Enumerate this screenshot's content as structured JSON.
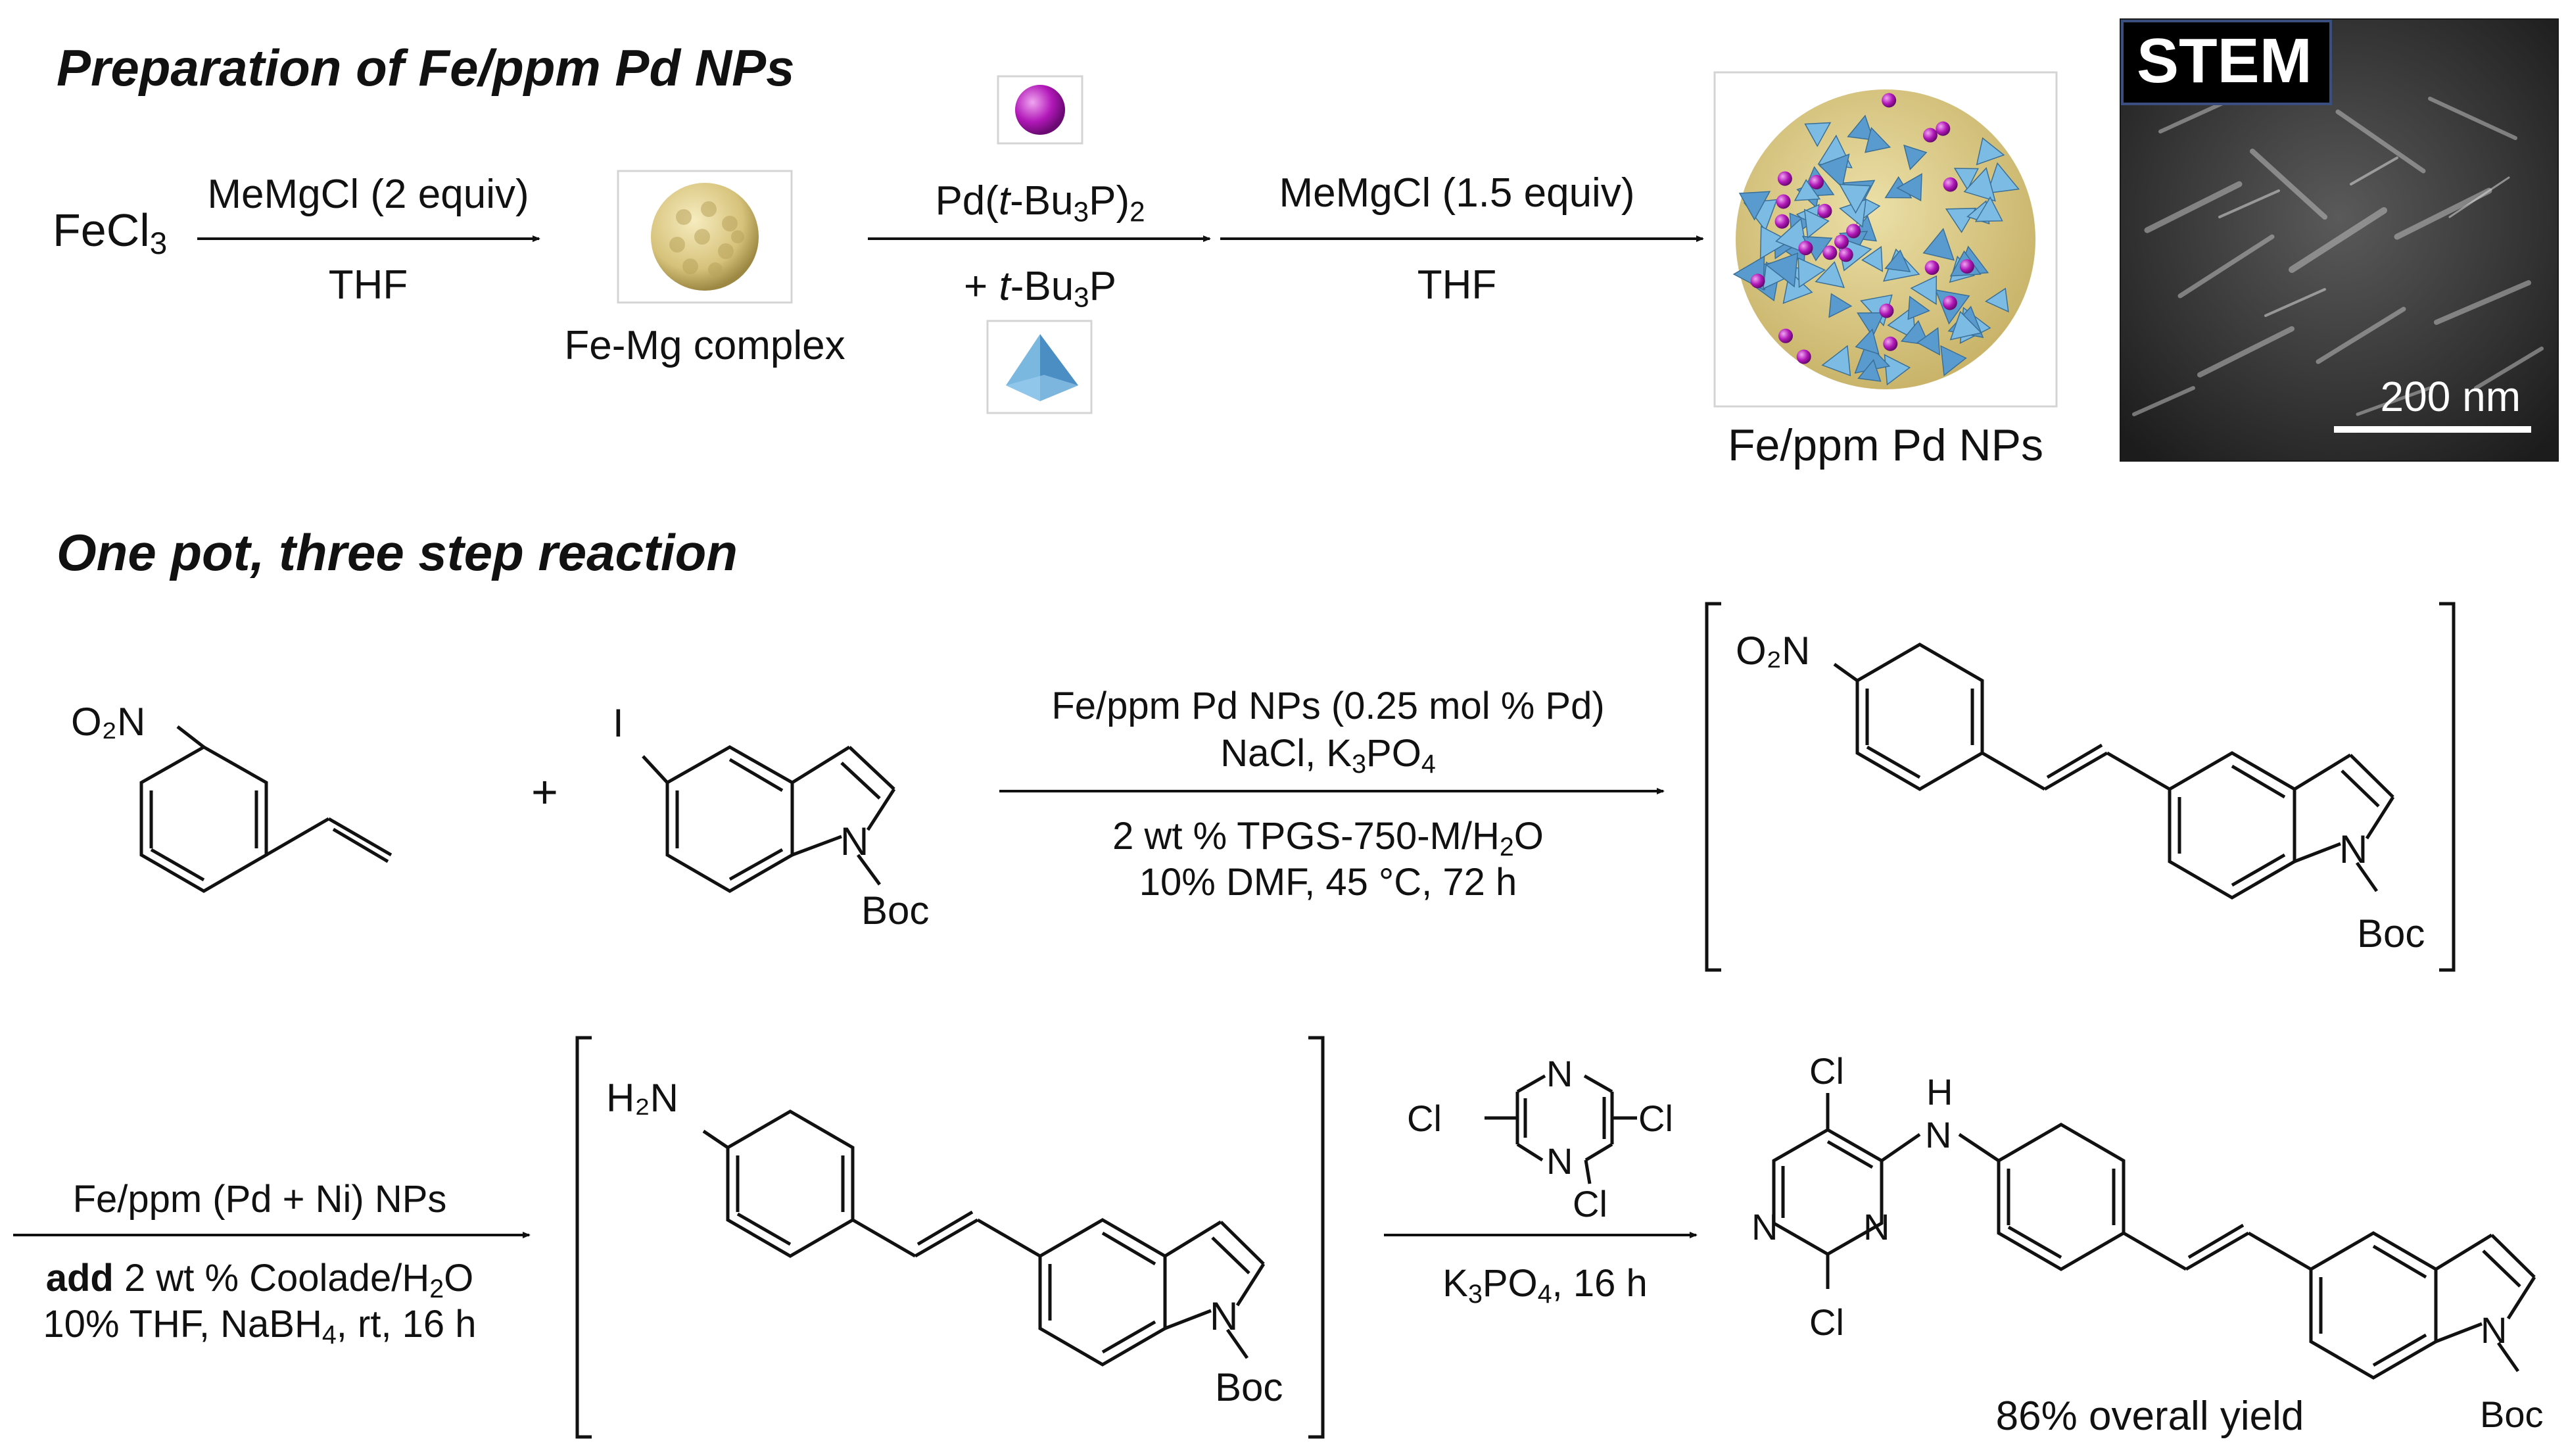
{
  "top": {
    "heading": "Preparation of Fe/ppm Pd NPs",
    "fecl3": "FeCl",
    "fecl3_sub": "3",
    "step1_top": "MeMgCl (2 equiv)",
    "step1_bottom": "THF",
    "complex_label": "Fe-Mg complex",
    "pd_reagent_pre": "Pd(",
    "pd_reagent_italic": "t",
    "pd_reagent_mid": "-Bu",
    "pd_reagent_sub1": "3",
    "pd_reagent_post": "P)",
    "pd_reagent_sub2": "2",
    "ligand_pre": "+ ",
    "ligand_italic": "t",
    "ligand_mid": "-Bu",
    "ligand_sub": "3",
    "ligand_post": "P",
    "step3_top": "MeMgCl (1.5 equiv)",
    "step3_bottom": "THF",
    "np_label": "Fe/ppm Pd NPs",
    "stem_label": "STEM",
    "scale_label": "200 nm"
  },
  "bottom": {
    "heading": "One pot, three step reaction",
    "cond1_line1": "Fe/ppm Pd NPs (0.25 mol % Pd)",
    "cond1_line2_pre": "NaCl, K",
    "cond1_line2_sub": "3",
    "cond1_line2_post": "PO",
    "cond1_line2_sub2": "4",
    "cond1_line3_pre": "2 wt % TPGS-750-M/H",
    "cond1_line3_sub": "2",
    "cond1_line3_post": "O",
    "cond1_line4": "10% DMF, 45 °C, 72 h",
    "cond2_line1": "Fe/ppm (Pd + Ni) NPs",
    "cond2_line2_bold": "add",
    "cond2_line2_pre": " 2 wt % Coolade/H",
    "cond2_line2_sub": "2",
    "cond2_line2_post": "O",
    "cond2_line3_pre": "10% THF, NaBH",
    "cond2_line3_sub": "4",
    "cond2_line3_post": ", rt, 16 h",
    "cond3_pre": "K",
    "cond3_sub": "3",
    "cond3_mid": "PO",
    "cond3_sub2": "4",
    "cond3_post": ", 16 h",
    "yield_label": "86% overall yield",
    "plus": "+",
    "atoms": {
      "o2n": "O₂N",
      "h2n": "H₂N",
      "iodo": "I",
      "n": "N",
      "boc": "Boc",
      "cl": "Cl",
      "h": "H"
    }
  }
}
